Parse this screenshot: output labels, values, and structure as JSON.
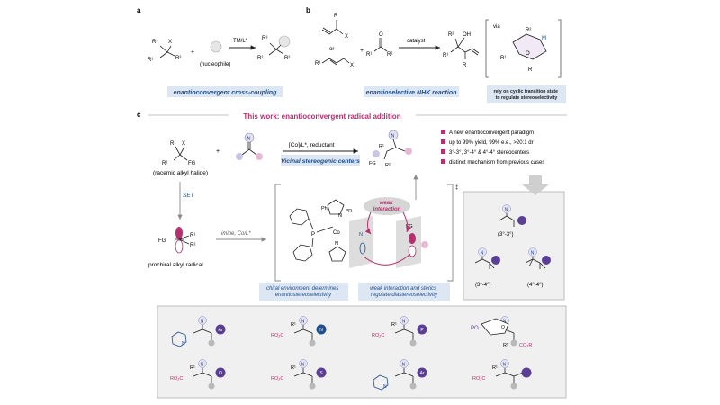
{
  "colors": {
    "accent_magenta": "#b5306e",
    "accent_blue": "#1f4e8c",
    "highlight_bar": "#dde6f3",
    "purple_atom": "#5b3f95",
    "grey_atom": "#b9b9b9",
    "pink_atom": "#e8b9d3",
    "lilac_atom": "#c7c6e6"
  },
  "panel_a": {
    "label": "a",
    "reagent_label": "(nucleophile)",
    "catalyst": "TM/L*",
    "caption": "enantioconvergent cross-coupling",
    "r3": "R³",
    "x": "X",
    "r1": "R¹",
    "r2": "R²"
  },
  "panel_b": {
    "label": "b",
    "or": "or",
    "catalyst": "catalyst",
    "caption": "enantioselective NHK reaction",
    "via": "via",
    "note": "rely on cyclic transition state to regulate stereoselectivity",
    "x": "X",
    "r": "R",
    "oh": "OH",
    "r1": "R¹",
    "r2": "R²",
    "m": "M",
    "o": "O"
  },
  "panel_c": {
    "label": "c",
    "title": "This work: enantioconvergent radical addition",
    "reagent": "[Co]/L*, reductant",
    "vicinal": "Vicinal stereogenic centers",
    "racemic": "(racemic alkyl halide)",
    "set": "SET",
    "prochiral": "prochiral alkyl radical",
    "imine_label": "imine, Co/L*",
    "weak": "weak interaction",
    "chiral_note": "chiral environment determines enantiostereoselectivity",
    "steric_note": "weak interaction and sterics regulate diastereoselectivity",
    "features": [
      "A new enantioconvergent paradigm",
      "up to 99% yield, 99% e.e., >20:1 dr",
      "3°-3°, 3°-4° & 4°-4° stereocenters",
      "distinct mechanism from previous cases"
    ],
    "stereo_labels": [
      "(3°-3°)",
      "(3°-4°)",
      "(4°-4°)"
    ],
    "fg": "FG",
    "x": "X",
    "r1": "R¹",
    "r2": "R²",
    "n": "N",
    "co": "Co",
    "p": "P",
    "ph": "Ph",
    "r_star": "*R",
    "double_dagger": "‡"
  },
  "products": [
    {
      "atom": "Ar",
      "color": "#5b3f95"
    },
    {
      "atom": "N",
      "color": "#1f4e8c"
    },
    {
      "atom": "P",
      "color": "#5b3f95"
    },
    {
      "atom": "CO₂R",
      "color": "#b5306e"
    },
    {
      "atom": "O",
      "color": "#5b3f95"
    },
    {
      "atom": "S",
      "color": "#5b3f95"
    },
    {
      "atom": "Ar",
      "color": "#5b3f95"
    },
    {
      "atom": "",
      "color": "#1f4e8c"
    }
  ],
  "product_text": {
    "n": "N",
    "r1": "R¹",
    "co2r": "CO₂R",
    "ro2c": "RO₂C",
    "po": "PO",
    "o": "O"
  }
}
